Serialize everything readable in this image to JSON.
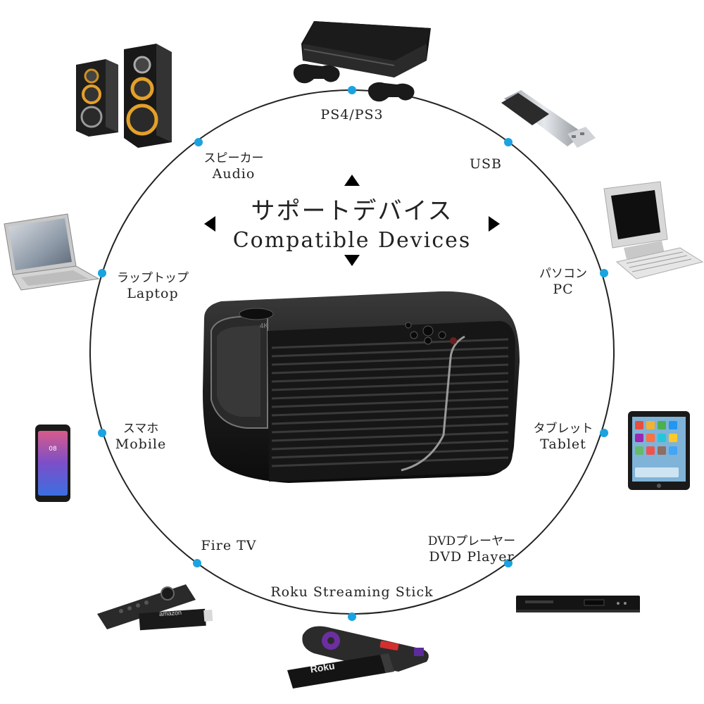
{
  "title": {
    "jp": "サポートデバイス",
    "en": "Compatible Devices"
  },
  "devices": [
    {
      "id": "ps",
      "en": "PS4/PS3",
      "jp": ""
    },
    {
      "id": "usb",
      "en": "USB",
      "jp": ""
    },
    {
      "id": "pc",
      "en": "PC",
      "jp": "パソコン"
    },
    {
      "id": "tablet",
      "en": "Tablet",
      "jp": "タブレット"
    },
    {
      "id": "dvd",
      "en": "DVD Player",
      "jp": "DVDプレーヤー"
    },
    {
      "id": "roku",
      "en": "Roku Streaming Stick",
      "jp": ""
    },
    {
      "id": "firetv",
      "en": "Fire TV",
      "jp": ""
    },
    {
      "id": "mobile",
      "en": "Mobile",
      "jp": "スマホ"
    },
    {
      "id": "laptop",
      "en": "Laptop",
      "jp": "ラップトップ"
    },
    {
      "id": "audio",
      "en": "Audio",
      "jp": "スピーカー"
    }
  ],
  "projector": {
    "badge": "4K"
  },
  "firestick": {
    "brand": "amazon"
  },
  "rokustick": {
    "brand": "Roku"
  },
  "colors": {
    "ring": "#222222",
    "dot": "#1aa3e0",
    "purple": "#6b2fa0",
    "rokured": "#d32f2f"
  }
}
